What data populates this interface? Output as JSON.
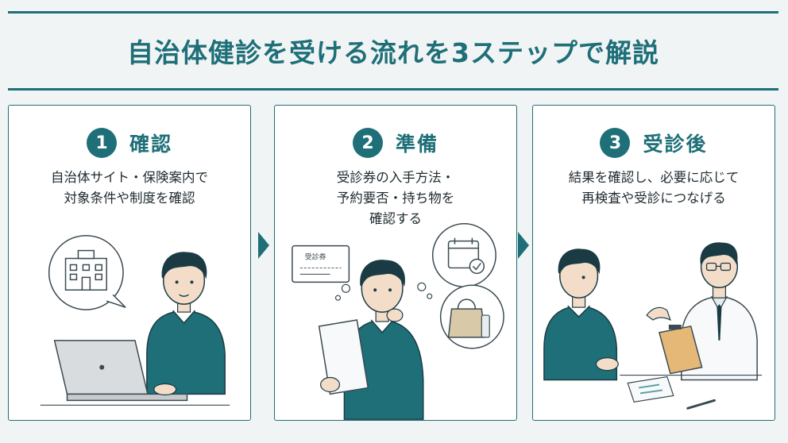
{
  "title": "自治体健診を受ける流れを3ステップで解説",
  "accent_color": "#1e6f78",
  "steps": [
    {
      "number": "1",
      "title": "確認",
      "desc_lines": [
        "自治体サイト・保険案内で",
        "対象条件や制度を確認"
      ]
    },
    {
      "number": "2",
      "title": "準備",
      "desc_lines": [
        "受診券の入手方法・",
        "予約要否・持ち物を",
        "確認する"
      ],
      "ticket_label": "受診券"
    },
    {
      "number": "3",
      "title": "受診後",
      "desc_lines": [
        "結果を確認し、必要に応じて",
        "再検査や受診につなげる"
      ]
    }
  ],
  "icons": [
    "building-icon",
    "laptop-icon",
    "ticket-icon",
    "calendar-icon",
    "bag-icon",
    "clipboard-icon",
    "pen-icon",
    "arrow-right-icon"
  ]
}
